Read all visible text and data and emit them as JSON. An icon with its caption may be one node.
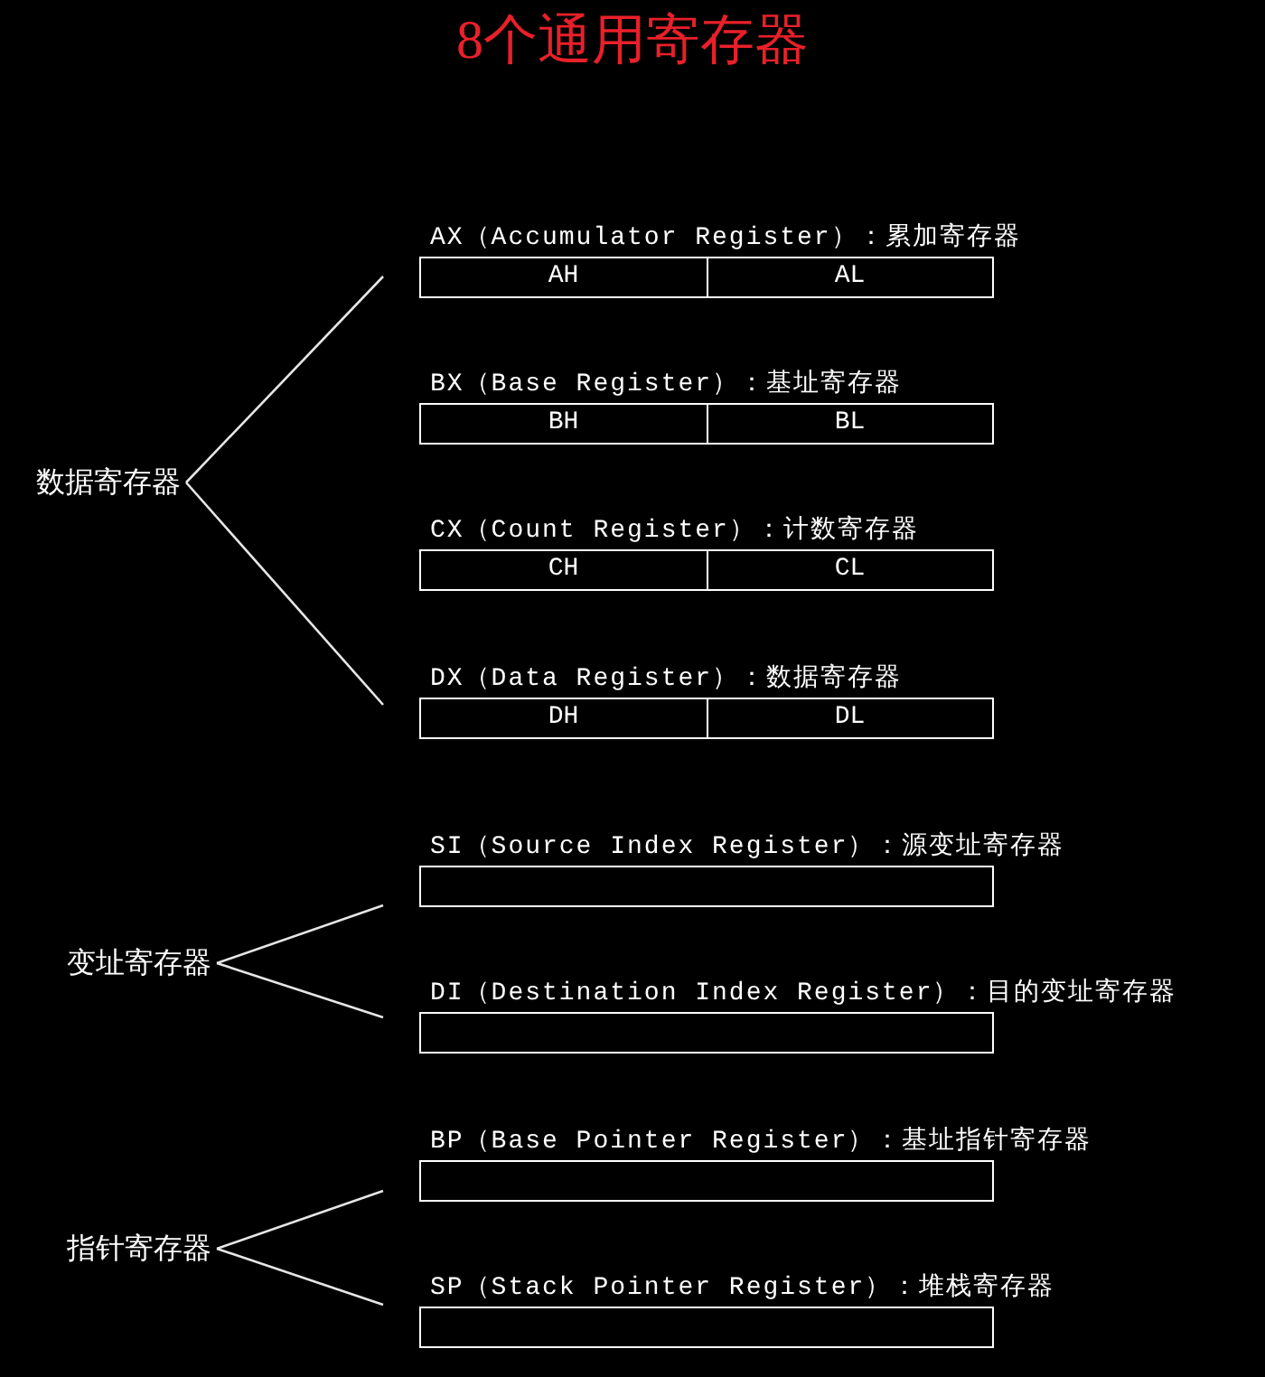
{
  "diagram": {
    "title": "8个通用寄存器",
    "nodes": [
      {
        "text": [
          "数据寄存器"
        ]
      },
      {
        "text": [
          "AX（Accumulator Register）：累加寄存器"
        ]
      },
      {
        "text": [
          "AH"
        ],
        "in": 1
      },
      {
        "text": [
          "AL"
        ],
        "in": 1
      },
      {
        "text": [
          "BX（Base Register）：基址寄存器"
        ]
      },
      {
        "text": [
          "BH"
        ],
        "in": 4
      },
      {
        "text": [
          "BL"
        ],
        "in": 4
      },
      {
        "text": [
          "CX（Count Register）：计数寄存器"
        ]
      },
      {
        "text": [
          "CH"
        ],
        "in": 7
      },
      {
        "text": [
          "CL"
        ],
        "in": 7
      },
      {
        "text": [
          "DX（Data Register）：数据寄存器"
        ]
      },
      {
        "text": [
          "DH"
        ],
        "in": 10
      },
      {
        "text": [
          "DL"
        ],
        "in": 10
      },
      {
        "text": [
          "变址寄存器"
        ]
      },
      {
        "text": [
          "SI（Source Index Register）：源变址寄存器"
        ]
      },
      {
        "text": [
          "DI（Destination Index Register）：目的变址寄存器"
        ]
      },
      {
        "text": [
          "指针寄存器"
        ]
      },
      {
        "text": [
          "BP（Base Pointer Register）：基址指针寄存器"
        ]
      },
      {
        "text": [
          "SP（Stack Pointer Register）：堆栈寄存器"
        ]
      }
    ],
    "edges": [
      {
        "from": 0,
        "to": 1,
        "arrow": "none"
      },
      {
        "from": 0,
        "to": 10,
        "arrow": "none"
      },
      {
        "from": 13,
        "to": 14,
        "arrow": "none"
      },
      {
        "from": 13,
        "to": 15,
        "arrow": "none"
      },
      {
        "from": 16,
        "to": 17,
        "arrow": "none"
      },
      {
        "from": 16,
        "to": 18,
        "arrow": "none"
      }
    ]
  }
}
